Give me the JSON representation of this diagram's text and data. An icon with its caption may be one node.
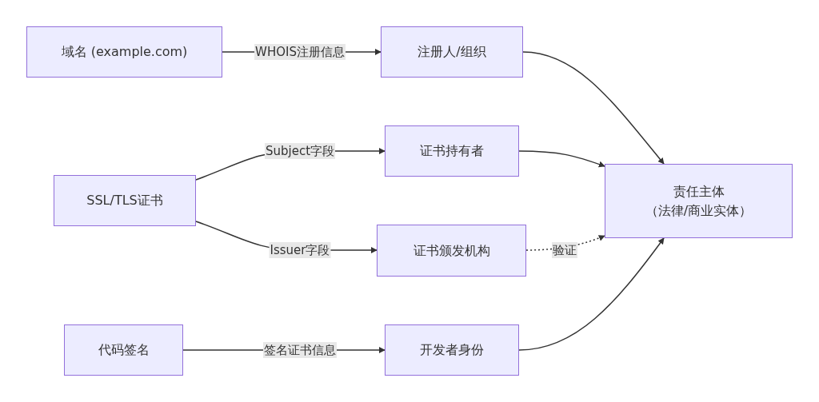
{
  "diagram": {
    "nodes": [
      {
        "text": [
          "域名 (example.com)"
        ]
      },
      {
        "text": [
          "注册人/组织"
        ]
      },
      {
        "text": [
          "证书持有者"
        ]
      },
      {
        "text": [
          "SSL/TLS证书"
        ]
      },
      {
        "text": [
          "责任主体",
          "（法律/商业实体）"
        ]
      },
      {
        "text": [
          "证书颁发机构"
        ]
      },
      {
        "text": [
          "代码签名"
        ]
      },
      {
        "text": [
          "开发者身份"
        ]
      }
    ],
    "edges": [
      {
        "from": 0,
        "to": 1,
        "arrow": "to",
        "label": "WHOIS注册信息"
      },
      {
        "from": 3,
        "to": 2,
        "arrow": "to",
        "label": "Subject字段"
      },
      {
        "from": 3,
        "to": 5,
        "arrow": "to",
        "label": "Issuer字段"
      },
      {
        "from": 6,
        "to": 7,
        "arrow": "to",
        "label": "签名证书信息"
      },
      {
        "from": 1,
        "to": 4,
        "arrow": "to"
      },
      {
        "from": 2,
        "to": 4,
        "arrow": "to"
      },
      {
        "from": 5,
        "to": 4,
        "arrow": "to",
        "style": "dashed",
        "label": "验证"
      },
      {
        "from": 7,
        "to": 4,
        "arrow": "to"
      }
    ]
  }
}
